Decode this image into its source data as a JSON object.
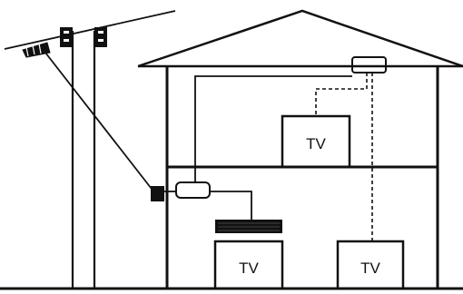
{
  "diagram": {
    "tv_upstairs": {
      "label": "TV"
    },
    "tv_downstairs_left": {
      "label": "TV"
    },
    "tv_downstairs_right": {
      "label": "TV"
    }
  },
  "colors": {
    "ink": "#111111",
    "background": "#ffffff"
  }
}
